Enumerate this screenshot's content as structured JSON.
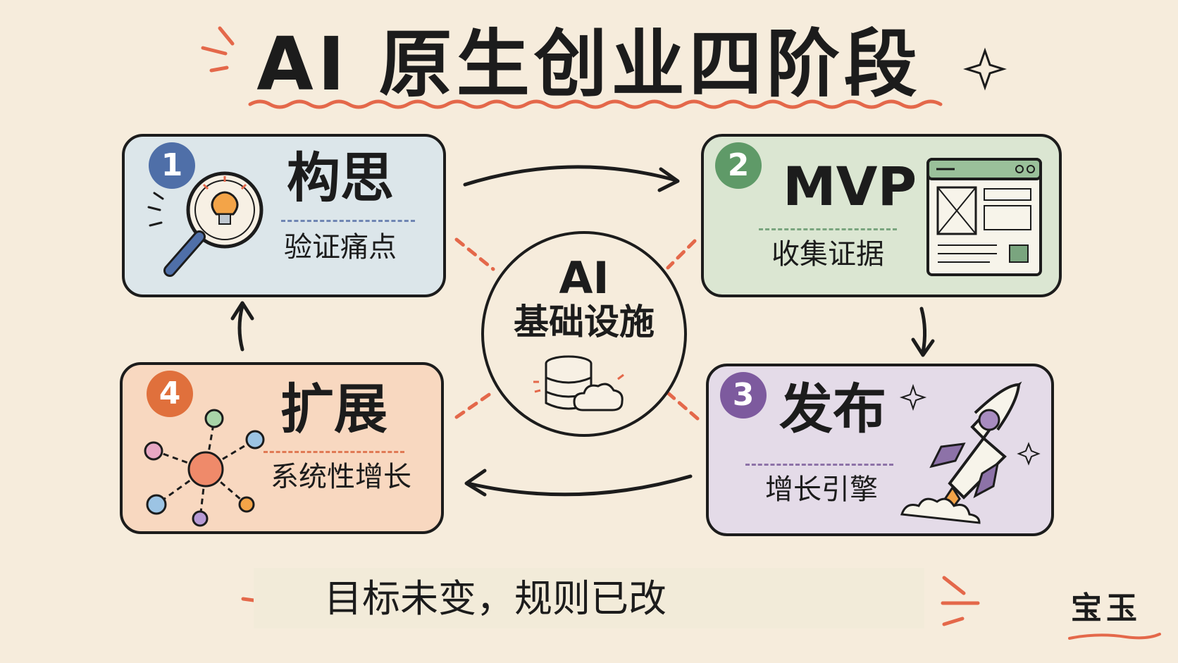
{
  "title": "AI 原生创业四阶段",
  "center": {
    "line1": "AI",
    "line2": "基础设施"
  },
  "stages": [
    {
      "number": "1",
      "heading": "构思",
      "subtitle": "验证痛点",
      "badge_color": "#4f6fa8",
      "fill": "#dce6ea",
      "dash_color": "#6f86b3",
      "icon": "magnifier-lightbulb-icon"
    },
    {
      "number": "2",
      "heading": "MVP",
      "subtitle": "收集证据",
      "badge_color": "#5f9a68",
      "fill": "#dbe6d2",
      "dash_color": "#7aa57f",
      "icon": "browser-wireframe-icon"
    },
    {
      "number": "3",
      "heading": "发布",
      "subtitle": "增长引擎",
      "badge_color": "#7d5a9e",
      "fill": "#e4dbe8",
      "dash_color": "#8d72a8",
      "icon": "rocket-icon"
    },
    {
      "number": "4",
      "heading": "扩展",
      "subtitle": "系统性增长",
      "badge_color": "#e0703c",
      "fill": "#f8d8c0",
      "dash_color": "#e07a55",
      "icon": "network-nodes-icon"
    }
  ],
  "footer": {
    "text": "目标未变，规则已改"
  },
  "signature": "宝玉",
  "colors": {
    "background": "#f6ecdc",
    "accent": "#e4684a",
    "ink": "#1c1c1c"
  }
}
